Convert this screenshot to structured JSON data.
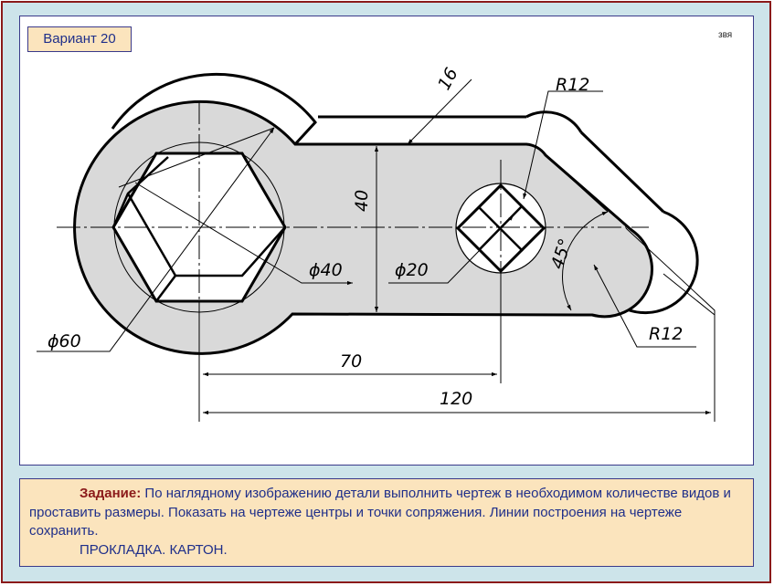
{
  "header": {
    "variant_label": "Вариант 20",
    "author_mark": "звя"
  },
  "drawing": {
    "dims": {
      "thickness": "16",
      "radius_top": "R12",
      "height": "40",
      "small_dia": "ϕ20",
      "large_dia": "ϕ40",
      "outer_dia": "ϕ60",
      "angle": "45°",
      "radius_bottom": "R12",
      "dist_70": "70",
      "dist_120": "120"
    },
    "colors": {
      "part_fill": "#d9d9d9",
      "background": "#cde4ea",
      "panel": "#fbe4bd",
      "text": "#1f2f8a",
      "accent": "#8b1a1a"
    }
  },
  "task": {
    "lead": "Задание:",
    "text": "По наглядному изображению детали выполнить чертеж в необходимом количестве видов и проставить размеры. Показать на чертеже центры и точки сопряжения. Линии построения на чертеже сохранить.",
    "subtitle": "ПРОКЛАДКА. КАРТОН."
  }
}
